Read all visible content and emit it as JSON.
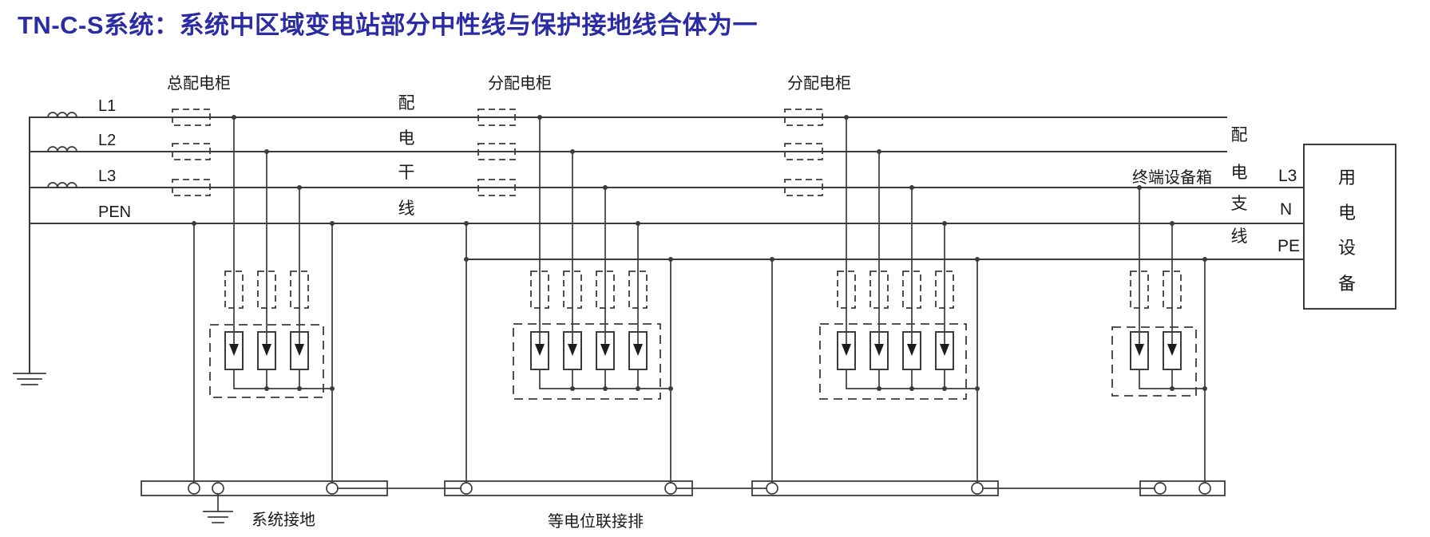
{
  "title": {
    "text": "TN-C-S系统：系统中区域变电站部分中性线与保护接地线合体为一"
  },
  "colors": {
    "line": "#3c3c3c",
    "title": "#2b2ba6",
    "text": "#1a1a1a"
  },
  "conductors": {
    "l1": "L1",
    "l2": "L2",
    "l3": "L3",
    "pen": "PEN"
  },
  "cabinets": {
    "main": "总配电柜",
    "sub1": "分配电柜",
    "sub2": "分配电柜",
    "terminal": "终端设备箱"
  },
  "trunk_chars": [
    "配",
    "电",
    "干",
    "线"
  ],
  "branch_chars": [
    "配",
    "电",
    "支",
    "线"
  ],
  "terminal_labels": {
    "l3": "L3",
    "n": "N",
    "pe": "PE"
  },
  "equipment_chars": [
    "用",
    "电",
    "设",
    "备"
  ],
  "ground": {
    "system": "系统接地",
    "equipotential": "等电位联接排"
  }
}
